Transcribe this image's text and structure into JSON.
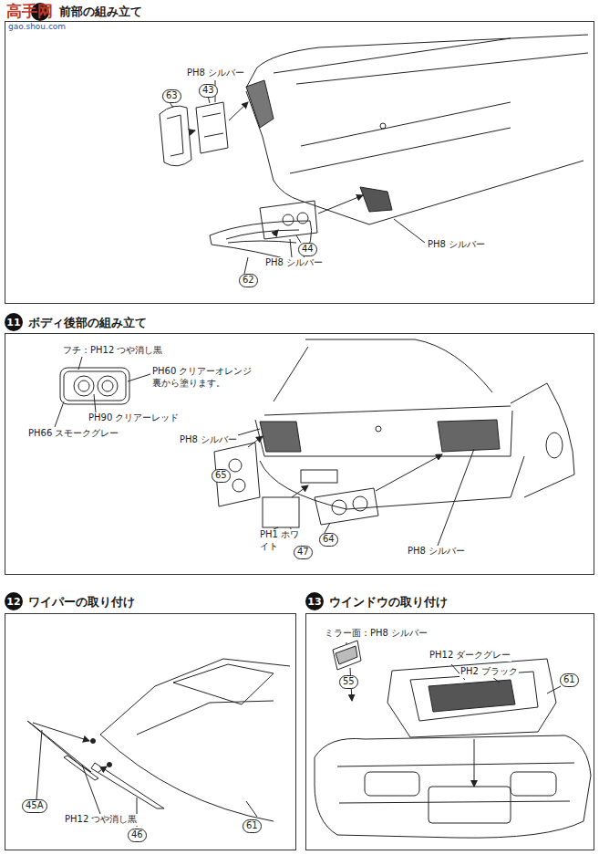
{
  "diagram": {
    "nodes": [
      {
        "text": [
          "前部の組み立て"
        ]
      },
      {
        "text": [
          "ボディ後部の組み立て"
        ]
      },
      {
        "text": [
          "11"
        ],
        "in": 1
      },
      {
        "text": [
          "ワイパーの取り付け"
        ]
      },
      {
        "text": [
          "12"
        ],
        "in": 3
      },
      {
        "text": [
          "ウインドウの取り付け"
        ]
      },
      {
        "text": [
          "13"
        ],
        "in": 5
      }
    ],
    "labels": [
      "高手网",
      "gao.shou.com",
      "63",
      "PH8 シルバー",
      "43",
      "44",
      "PH8 シルバー",
      "PH8 シルバー",
      "62",
      "フチ：PH12 つや消し黒",
      "PH60 クリアーオレンジ 裏から塗ります。",
      "PH90 クリアーレッド",
      "PH66 スモークグレー",
      "PH8 シルバー",
      "65",
      "PH1 ホワイト",
      "47",
      "64",
      "PH8 シルバー",
      "45A",
      "PH12 つや消し黒",
      "46",
      "61",
      "ミラー面：PH8 シルバー",
      "55",
      "PH12 ダークグレー",
      "PH2 ブラック",
      "61"
    ]
  }
}
